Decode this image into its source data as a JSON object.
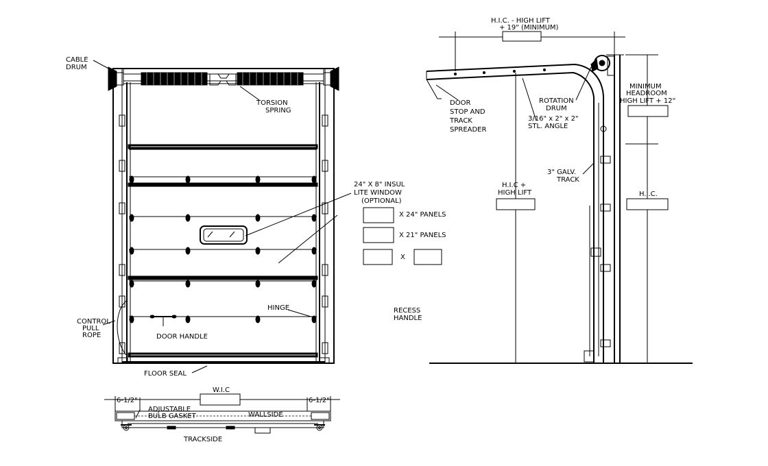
{
  "front_view": {
    "cable_drum": [
      "CABLE",
      "DRUM"
    ],
    "torsion_spring": [
      "TORSION",
      "SPRING"
    ],
    "window_note": [
      "24\" X 8\"  INSUL",
      "LITE WINDOW",
      "(OPTIONAL)"
    ],
    "panel_24": "X 24\" PANELS",
    "panel_21": "X 21\" PANELS",
    "panel_x": "X",
    "hinge": "HINGE",
    "control_rope": [
      "CONTROL",
      "PULL",
      "ROPE"
    ],
    "door_handle": "DOOR  HANDLE",
    "floor_seal": "FLOOR SEAL"
  },
  "plan_view": {
    "wic": "W.I.C",
    "left_dim": "6-1/2\"",
    "right_dim": "6-1/2\"",
    "gasket": [
      "ADJUSTABLE",
      "BULB GASKET"
    ],
    "wallside": "WALLSIDE",
    "trackside": "TRACKSIDE"
  },
  "recess_handle": [
    "RECESS",
    "HANDLE"
  ],
  "side_view": {
    "hic_high_lift": [
      "H.I.C. - HIGH LIFT",
      "+ 19\" (MINIMUM)"
    ],
    "door_stop": [
      "DOOR",
      "STOP AND",
      "TRACK",
      "SPREADER"
    ],
    "rotation_drum": [
      "ROTATION",
      "DRUM"
    ],
    "stl_angle": [
      "3/16\" x 2\" x 2\"",
      "STL. ANGLE"
    ],
    "min_headroom": [
      "MINIMUM",
      "HEADROOM",
      "HIGH LIFT + 12\""
    ],
    "galv_track": [
      "3\" GALV.",
      "TRACK"
    ],
    "hic_plus_high_lift": [
      "H.I.C +",
      "HIGH LIFT"
    ],
    "hic": "H.I.C."
  }
}
